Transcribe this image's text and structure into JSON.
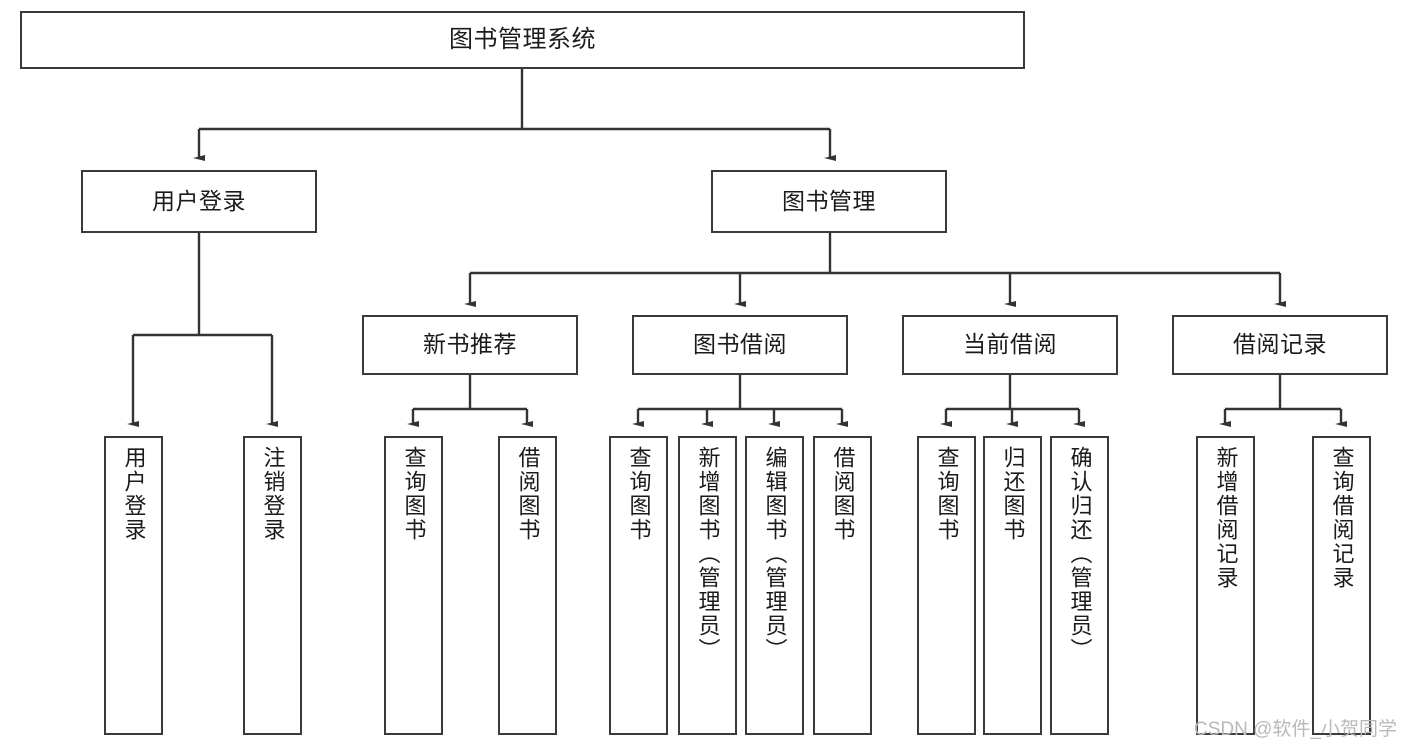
{
  "diagram": {
    "title": "图书管理系统",
    "type": "functional-structure-tree",
    "watermark": "CSDN @软件_小贺同学",
    "colors": {
      "box_border": "#3a3a3a",
      "box_fill": "#ffffff",
      "edge": "#333333",
      "text": "#1b1b1b",
      "watermark": "#b9b9b9"
    },
    "nodes": {
      "root": {
        "label": "图书管理系统"
      },
      "level2": [
        {
          "label": "用户登录"
        },
        {
          "label": "图书管理"
        }
      ],
      "level3": [
        {
          "label": "新书推荐"
        },
        {
          "label": "图书借阅"
        },
        {
          "label": "当前借阅"
        },
        {
          "label": "借阅记录"
        }
      ],
      "leaves": {
        "user_login": [
          {
            "label": "用户登录"
          },
          {
            "label": "注销登录"
          }
        ],
        "new_book": [
          {
            "label": "查询图书"
          },
          {
            "label": "借阅图书"
          }
        ],
        "borrow_book": [
          {
            "label": "查询图书"
          },
          {
            "label": "新增图书（管理员）"
          },
          {
            "label": "编辑图书（管理员）"
          },
          {
            "label": "借阅图书"
          }
        ],
        "current_borrow": [
          {
            "label": "查询图书"
          },
          {
            "label": "归还图书"
          },
          {
            "label": "确认归还（管理员）"
          }
        ],
        "borrow_record": [
          {
            "label": "新增借阅记录"
          },
          {
            "label": "查询借阅记录"
          }
        ]
      }
    }
  }
}
